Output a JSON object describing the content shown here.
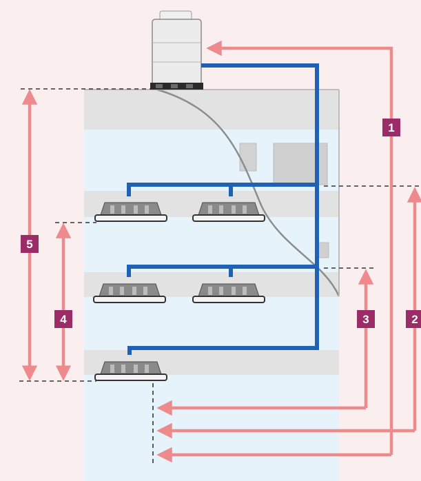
{
  "diagram": {
    "labels": {
      "pipe_length_total": "1",
      "pipe_length_branch": "2",
      "pipe_length_first_branch": "3",
      "height_between_indoor_units": "4",
      "height_outdoor_to_indoor": "5"
    },
    "colors": {
      "background": "#fbeeee",
      "building_interior": "#e6f3fb",
      "floor_slab": "#e2e2e2",
      "refrigerant_pipe": "#1f62b5",
      "dimension_arrow": "#ee8a8c",
      "badge": "#9c2c67",
      "badge_text": "#ffffff",
      "dashed_line": "#333333"
    },
    "icons": {
      "outdoor_unit": "outdoor-condenser-icon",
      "indoor_unit": "ceiling-cassette-icon"
    }
  }
}
